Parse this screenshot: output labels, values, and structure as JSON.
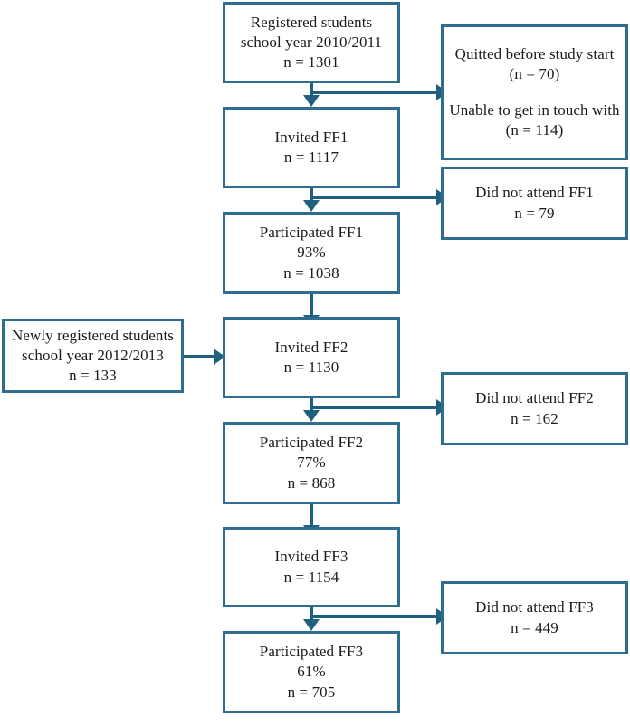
{
  "diagram": {
    "title": "Study participation flow chart",
    "accent_color": "#2e6d8e",
    "connector_color": "#1f5f80",
    "background_color": "#ffffff"
  },
  "nodes": {
    "registered": {
      "line1": "Registered students",
      "line2": "school year 2010/2011",
      "line3": "n = 1301"
    },
    "invited_ff1": {
      "line1": "Invited FF1",
      "line2": "n = 1117"
    },
    "participated_ff1": {
      "line1": "Participated FF1",
      "line2": "93%",
      "line3": "n = 1038"
    },
    "invited_ff2": {
      "line1": "Invited FF2",
      "line2": "n = 1130"
    },
    "participated_ff2": {
      "line1": "Participated FF2",
      "line2": "77%",
      "line3": "n = 868"
    },
    "invited_ff3": {
      "line1": "Invited FF3",
      "line2": "n = 1154"
    },
    "participated_ff3": {
      "line1": "Participated FF3",
      "line2": "61%",
      "line3": "n = 705"
    },
    "newly_registered": {
      "line1": "Newly registered students",
      "line2": "school year 2012/2013",
      "line3": "n = 133"
    },
    "exclusions_start": {
      "line1": "Quitted before study start",
      "line2": "(n = 70)",
      "line3": "Unable to get in touch with",
      "line4": "(n = 114)"
    },
    "not_attend_ff1": {
      "line1": "Did not attend FF1",
      "line2": "n = 79"
    },
    "not_attend_ff2": {
      "line1": "Did not attend FF2",
      "line2": "n = 162"
    },
    "not_attend_ff3": {
      "line1": "Did not attend FF3",
      "line2": "n = 449"
    }
  }
}
